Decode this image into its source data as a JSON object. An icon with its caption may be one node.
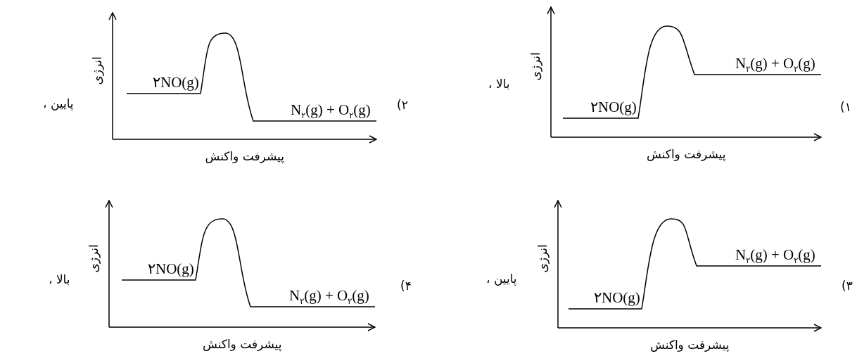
{
  "diagram": {
    "labels": [
      "۱)",
      "انرژی",
      "N$_{۲}$(g) + O$_{۲}$(g)",
      "۲NO(g)",
      "پیشرفت واکنش",
      "بالا ،",
      "۲)",
      "انرژی",
      "۲NO(g)",
      "N$_{۲}$(g) + O$_{۲}$(g)",
      "پیشرفت واکنش",
      "پایین ،",
      "۳)",
      "انرژی",
      "N$_{۲}$(g) + O$_{۲}$(g)",
      "۲NO(g)",
      "پیشرفت واکنش",
      "پایین ،",
      "۴)",
      "انرژی",
      "۲NO(g)",
      "N$_{۲}$(g) + O$_{۲}$(g)",
      "پیشرفت واکنش",
      "بالا ،"
    ]
  }
}
